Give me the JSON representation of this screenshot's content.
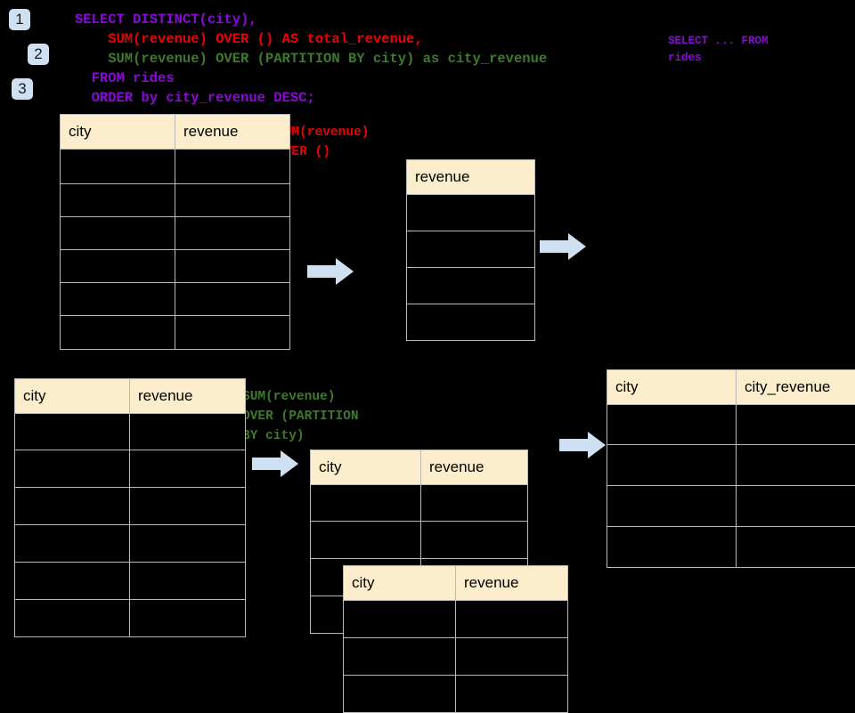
{
  "theme": {
    "background": "#000000",
    "header_fill": "#fceecd",
    "grid_line": "#b9b9b9",
    "badge_fill": "#cfe0f3",
    "arrow_fill": "#cfe0f3",
    "sql_purple": "#8a0ad8",
    "sql_red": "#ee0000",
    "sql_green": "#3d7a2a"
  },
  "badges": [
    {
      "label": "1"
    },
    {
      "label": "2"
    },
    {
      "label": "3"
    }
  ],
  "sql": {
    "lines": [
      {
        "text": "SELECT DISTINCT(city),",
        "color": "purple"
      },
      {
        "text": "    SUM(revenue) OVER () AS total_revenue,",
        "color": "red"
      },
      {
        "text": "    SUM(revenue) OVER (PARTITION BY city) as city_revenue",
        "color": "green"
      },
      {
        "text": "  FROM rides",
        "color": "purple"
      },
      {
        "text": "  ORDER by city_revenue DESC;",
        "color": "purple"
      }
    ]
  },
  "sidenote": {
    "line1": "SELECT ... FROM",
    "line2": "rides"
  },
  "annotations": {
    "over_empty": {
      "line1": "SUM(revenue)",
      "line2": "OVER ()"
    },
    "over_partition": {
      "line1": "SUM(revenue)",
      "line2": "OVER (PARTITION",
      "line3": "BY city)"
    }
  },
  "tables": {
    "source_top": {
      "headers": [
        "city",
        "revenue"
      ],
      "body_rows": 6,
      "rows": [
        [
          "",
          ""
        ],
        [
          "",
          ""
        ],
        [
          "",
          ""
        ],
        [
          "",
          ""
        ],
        [
          "",
          ""
        ],
        [
          "",
          ""
        ]
      ]
    },
    "revenue_agg": {
      "headers": [
        "revenue"
      ],
      "body_rows": 4,
      "rows": [
        [
          ""
        ],
        [
          ""
        ],
        [
          ""
        ],
        [
          ""
        ]
      ]
    },
    "source_bottom": {
      "headers": [
        "city",
        "revenue"
      ],
      "body_rows": 6,
      "rows": [
        [
          "",
          ""
        ],
        [
          "",
          ""
        ],
        [
          "",
          ""
        ],
        [
          "",
          ""
        ],
        [
          "",
          ""
        ],
        [
          "",
          ""
        ]
      ]
    },
    "partition_a": {
      "headers": [
        "city",
        "revenue"
      ],
      "body_rows": 4,
      "rows": [
        [
          "",
          ""
        ],
        [
          "",
          ""
        ],
        [
          "",
          ""
        ],
        [
          "",
          ""
        ]
      ]
    },
    "partition_b": {
      "headers": [
        "city",
        "revenue"
      ],
      "body_rows": 3,
      "rows": [
        [
          "",
          ""
        ],
        [
          "",
          ""
        ],
        [
          "",
          ""
        ]
      ]
    },
    "result": {
      "headers": [
        "city",
        "city_revenue"
      ],
      "body_rows": 4,
      "rows": [
        [
          "",
          ""
        ],
        [
          "",
          ""
        ],
        [
          "",
          ""
        ],
        [
          "",
          ""
        ]
      ]
    }
  },
  "arrows": [
    {
      "name": "arrow-top-left"
    },
    {
      "name": "arrow-top-right"
    },
    {
      "name": "arrow-bottom-left"
    },
    {
      "name": "arrow-bottom-right"
    }
  ]
}
